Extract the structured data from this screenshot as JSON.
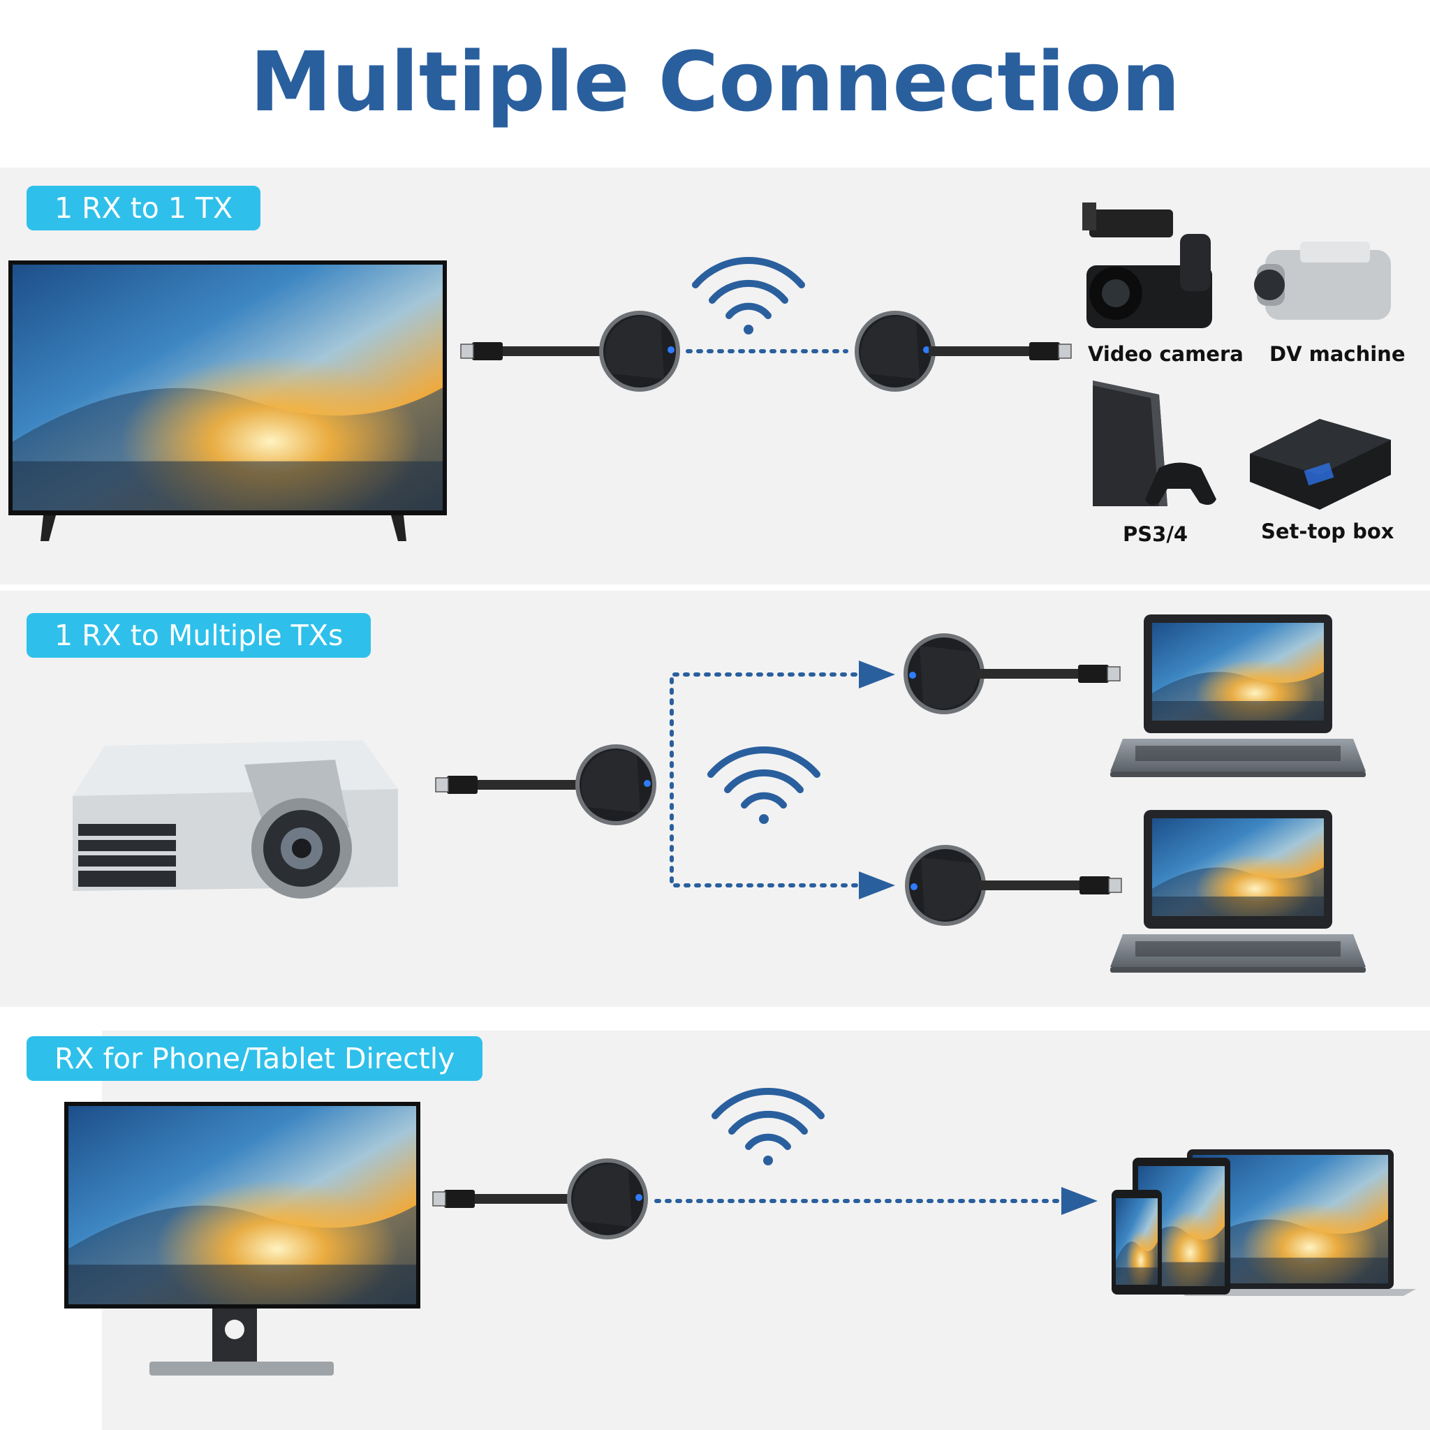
{
  "title": "Multiple Connection",
  "sections": [
    {
      "badge": "1 RX to 1 TX"
    },
    {
      "badge": "1 RX to Multiple TXs"
    },
    {
      "badge": "RX for Phone/Tablet Directly"
    }
  ],
  "devices": {
    "video_camera": "Video camera",
    "dv_machine": "DV machine",
    "ps": "PS3/4",
    "settop": "Set-top box"
  },
  "colors": {
    "title": "#2a5f9e",
    "badge": "#2ec0ea",
    "wifi": "#2a5f9e",
    "dots": "#2a5f9e",
    "panel": "#f2f2f2"
  }
}
